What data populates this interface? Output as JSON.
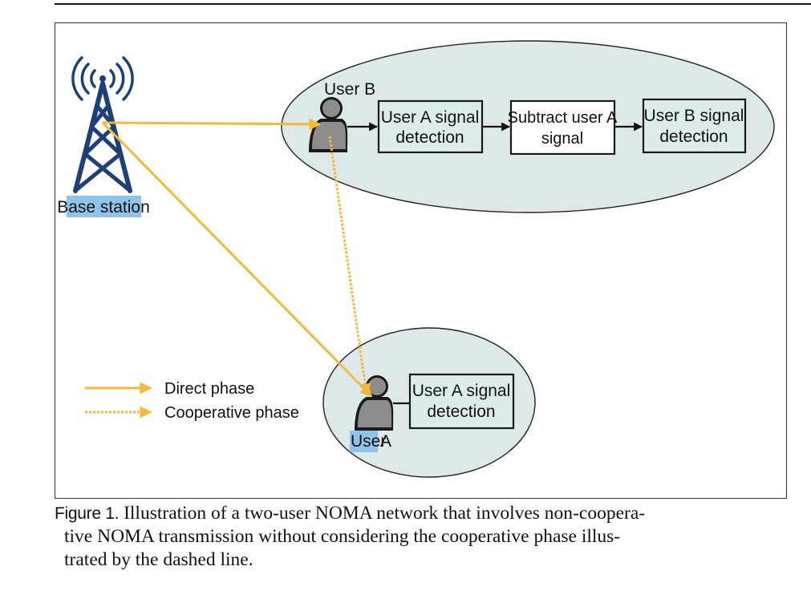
{
  "labels": {
    "base_station": "Base station",
    "user_b": "User B",
    "user_a_prefix": "User",
    "user_a_suffix": "A"
  },
  "blocks_user_b": [
    {
      "line1": "User A signal",
      "line2": "detection"
    },
    {
      "line1": "Subtract user A",
      "line2": "signal"
    },
    {
      "line1": "User B signal",
      "line2": "detection"
    }
  ],
  "block_user_a": {
    "line1": "User A signal",
    "line2": "detection"
  },
  "legend": {
    "direct": "Direct phase",
    "cooperative": "Cooperative phase"
  },
  "colors": {
    "arrow": "#f6b83a",
    "ellipse_fill": "#dde9e8",
    "box_fill": "#dcecec",
    "box_border": "#1a1a1a",
    "user_icon": "#8c8c8c",
    "tower": "#1e3f77",
    "label_highlight": "#8fc3ea"
  },
  "caption": {
    "label": "Figure 1.",
    "line1": "Illustration of a two-user NOMA network that involves non-coopera-",
    "line2": "tive NOMA transmission without considering the cooperative phase illus-",
    "line3": "trated by the dashed line."
  }
}
